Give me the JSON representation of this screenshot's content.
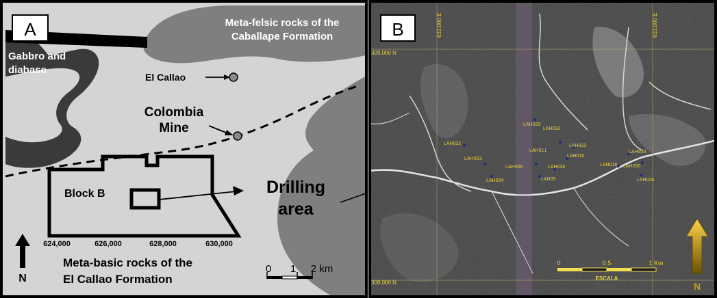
{
  "panel_a": {
    "letter": "A",
    "label_metafelsic_line1": "Meta-felsic rocks of the",
    "label_metafelsic_line2": "Caballape Formation",
    "label_gabbro_line1": "Gabbro and",
    "label_gabbro_line2": "diabase",
    "label_el_callao": "El Callao",
    "label_colombia_line1": "Colombia",
    "label_colombia_line2": "Mine",
    "label_block_b": "Block B",
    "label_drilling_line1": "Drilling",
    "label_drilling_line2": "area",
    "coord_ticks": [
      "624,000",
      "626,000",
      "628,000",
      "630,000"
    ],
    "label_metabasic_line1": "Meta-basic rocks of the",
    "label_metabasic_line2": "El Callao Formation",
    "north_letter": "N",
    "scale_labels": [
      "0",
      "1",
      "2 km"
    ],
    "colors": {
      "metabasic": "#d4d4d4",
      "metafelsic": "#7f7f7f",
      "gabbro": "#3a3a3a",
      "outline": "#000000"
    }
  },
  "panel_b": {
    "letter": "B",
    "grid_labels": [
      "309,000 N",
      "622,000 E",
      "623,000 E",
      "308,000 N"
    ],
    "drill_holes": [
      "LAH032",
      "LAH029",
      "LAH032",
      "LAH021",
      "LAH022",
      "LAH033",
      "LAH003",
      "LAH006",
      "LAH010",
      "LAH030",
      "LAH035",
      "LAH018",
      "LAH034",
      "LAH05",
      "LAH026"
    ],
    "scale_labels": [
      "0",
      "0.5",
      "1 Km"
    ],
    "scale_title": "ESCALA",
    "north_letter": "N",
    "colors": {
      "label_yellow": "#e8d23a",
      "hole_blue": "#1c2b8c",
      "arrow_top": "#ffd24a",
      "arrow_bottom": "#6b5200"
    }
  }
}
